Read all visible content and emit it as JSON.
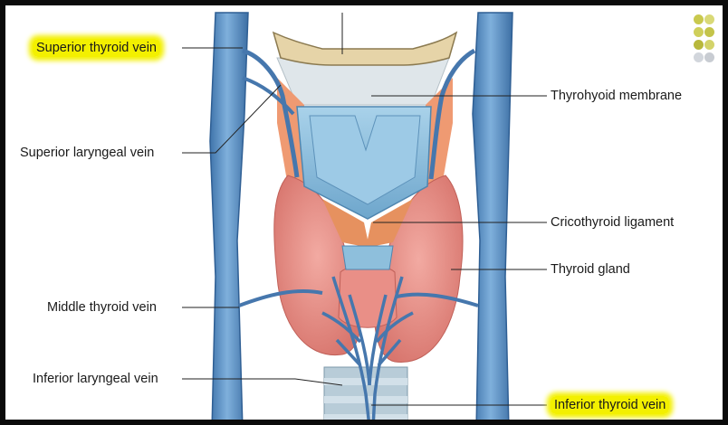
{
  "labels": {
    "superior_thyroid_vein": "Superior thyroid vein",
    "superior_laryngeal_vein": "Superior laryngeal vein",
    "middle_thyroid_vein": "Middle thyroid vein",
    "inferior_laryngeal_vein": "Inferior laryngeal vein",
    "thyrohyoid_membrane": "Thyrohyoid membrane",
    "cricothyroid_ligament": "Cricothyroid ligament",
    "thyroid_gland": "Thyroid gland",
    "inferior_thyroid_vein": "Inferior thyroid vein"
  },
  "colors": {
    "vein": "#5a8fc3",
    "vein_dark": "#2f5f94",
    "thyroid": "#e78e86",
    "cartilage": "#8ebfdc",
    "hyoid": "#e4d2a6",
    "membrane": "#d7dfe3",
    "highlight": "#f3f000"
  }
}
